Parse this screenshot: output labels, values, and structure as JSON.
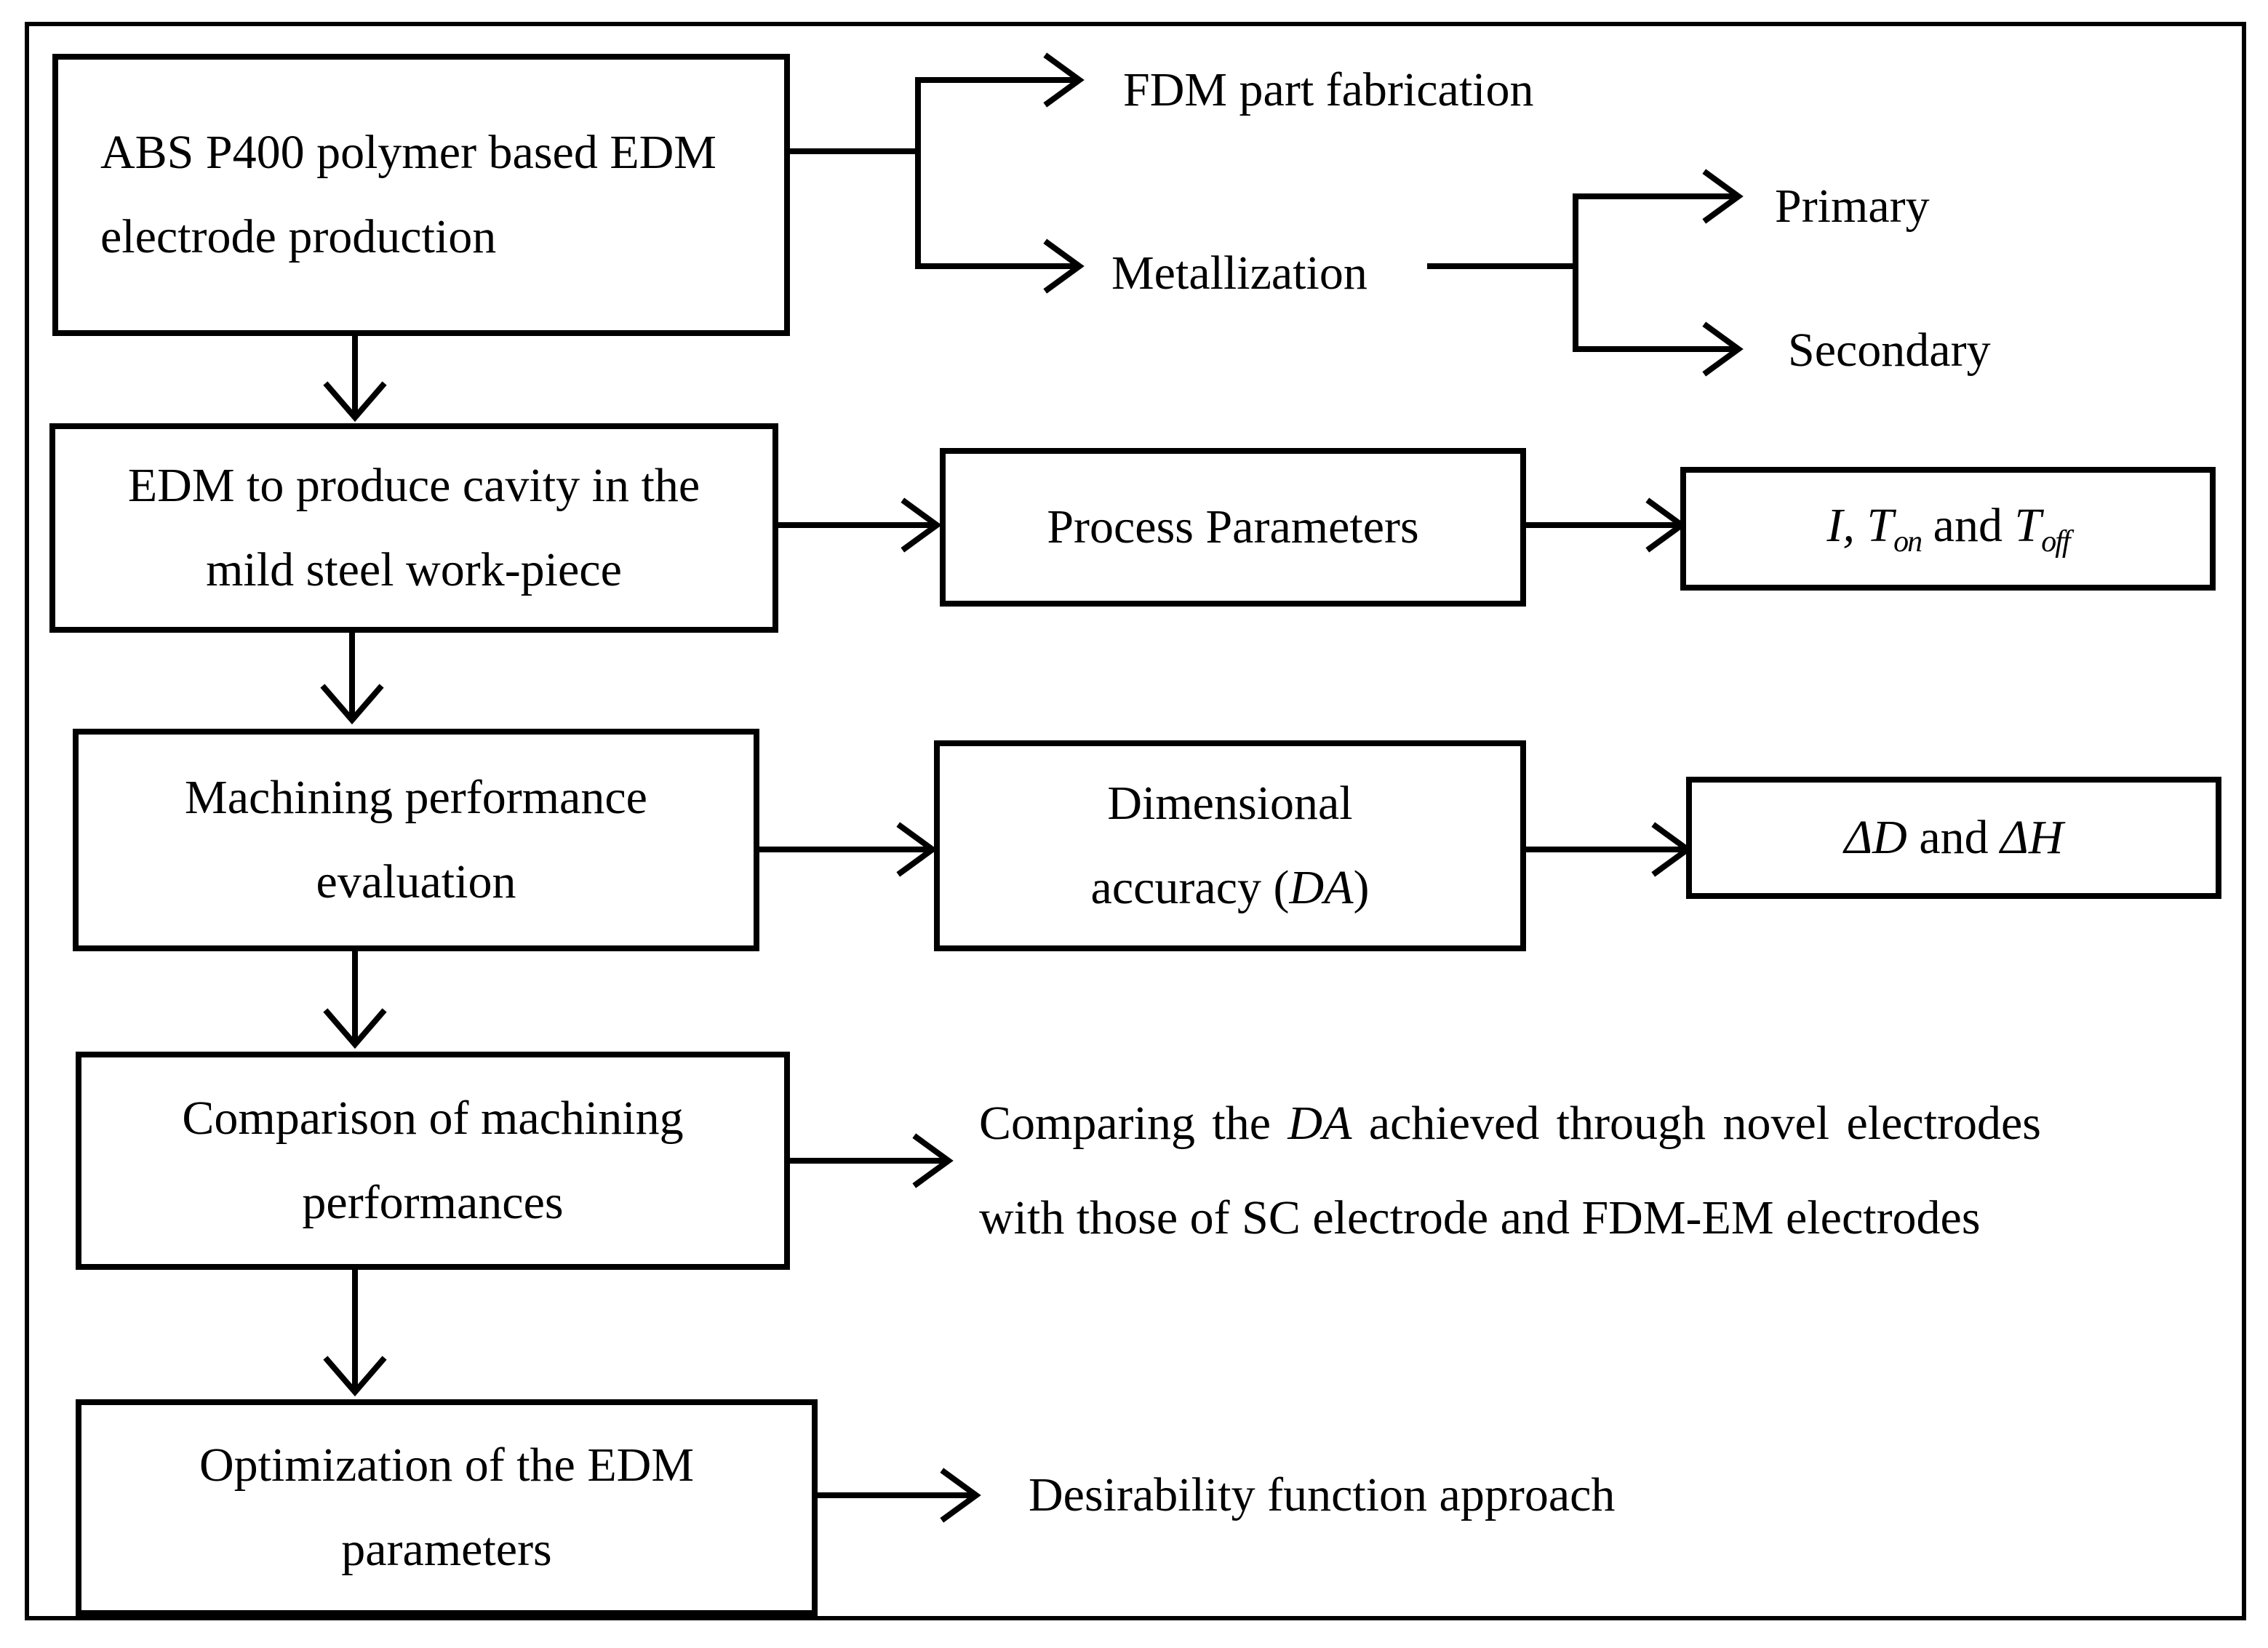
{
  "left_column": {
    "step1": "ABS P400 polymer based EDM electrode production",
    "step2": "EDM to produce cavity in the mild steel work-piece",
    "step3": "Machining performance evaluation",
    "step4": "Comparison of machining performances",
    "step5": "Optimization of the EDM parameters"
  },
  "branch1": {
    "fdm": "FDM part fabrication",
    "metallization": "Metallization",
    "primary": "Primary",
    "secondary": "Secondary"
  },
  "branch2": {
    "process_parameters": "Process Parameters",
    "params": {
      "i": "I,",
      "t1": "T",
      "t1_sub": "on",
      "and": "and",
      "t2": "T",
      "t2_sub": "off"
    }
  },
  "branch3": {
    "da_line1": "Dimensional",
    "da_line2_pre": "accuracy (",
    "da_line2_it": "DA",
    "da_line2_post": ")",
    "delta": {
      "d1": "ΔD",
      "and": "and",
      "d2": "ΔH"
    }
  },
  "branch4": {
    "pre": "Comparing the",
    "it": "DA",
    "post": "achieved through novel electrodes with those of SC electrode and FDM-EM electrodes"
  },
  "branch5": {
    "text": "Desirability function approach"
  }
}
